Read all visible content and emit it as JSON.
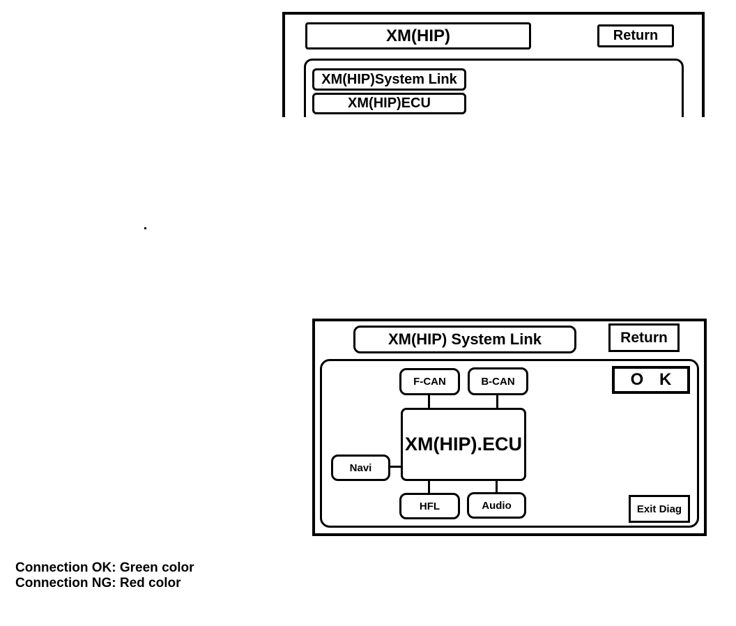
{
  "screen1": {
    "title": "XM(HIP)",
    "return_label": "Return",
    "menu_items": [
      {
        "label": "XM(HIP)System Link"
      },
      {
        "label": "XM(HIP)ECU"
      }
    ]
  },
  "screen2": {
    "title": "XM(HIP) System Link",
    "return_label": "Return",
    "status_label": "O K",
    "exit_label": "Exit Diag",
    "nodes": {
      "fcan": "F-CAN",
      "bcan": "B-CAN",
      "ecu": "XM(HIP).ECU",
      "navi": "Navi",
      "hfl": "HFL",
      "audio": "Audio"
    }
  },
  "legend": {
    "connection_ok": "Connection OK: Green color",
    "connection_ng": "Connection NG: Red color"
  },
  "colors": {
    "ink": "#000000",
    "paper": "#ffffff",
    "status_ok": "Green",
    "status_ng": "Red"
  }
}
